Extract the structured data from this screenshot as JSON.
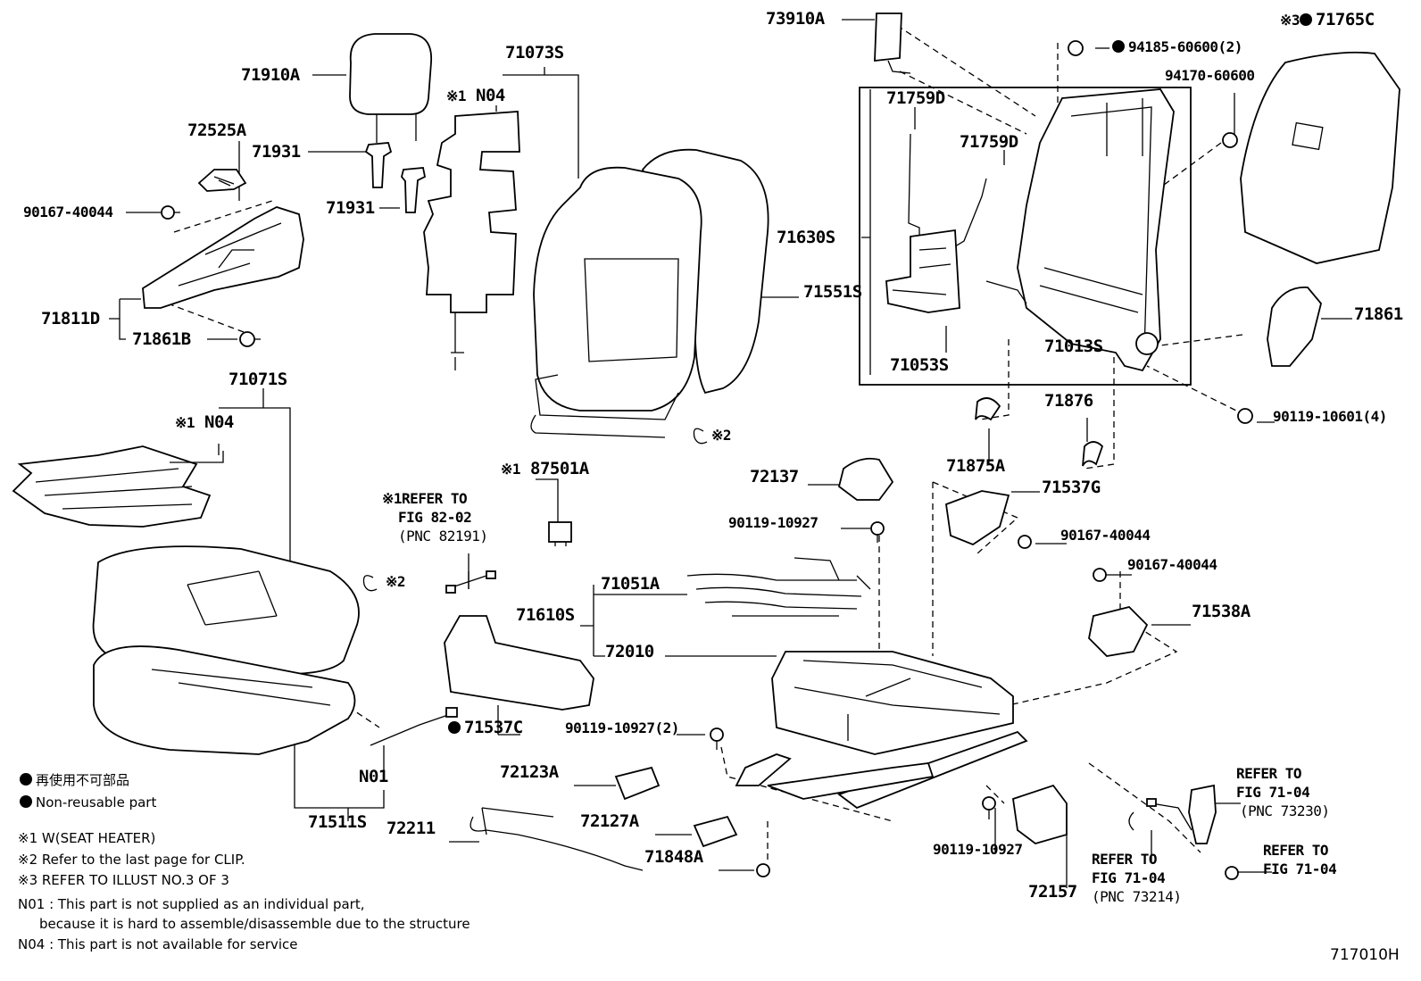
{
  "diagram_id": "717010H",
  "labels": {
    "p73910A": "73910A",
    "p94185": "94185-60600(2)",
    "p71765C": "71765C",
    "p94170": "94170-60600",
    "p71073S": "71073S",
    "p71910A": "71910A",
    "p72525A": "72525A",
    "p71931a": "71931",
    "p71931b": "71931",
    "p90167a": "90167-40044",
    "p71811D": "71811D",
    "p71861B": "71861B",
    "pN04a": "N04",
    "p71759D1": "71759D",
    "p71759D2": "71759D",
    "p71630S": "71630S",
    "p71551S": "71551S",
    "p71053S": "71053S",
    "p71013S": "71013S",
    "p71861": "71861",
    "p90119_4": "90119-10601(4)",
    "p71071S": "71071S",
    "pN04b": "N04",
    "p87501A": "87501A",
    "p72137": "72137",
    "p71875A": "71875A",
    "p71876": "71876",
    "p71537G": "71537G",
    "p90119b": "90119-10927",
    "p90167b": "90167-40044",
    "p90167c": "90167-40044",
    "p71051A": "71051A",
    "p71610S": "71610S",
    "p72010": "72010",
    "p71538A": "71538A",
    "p71537C": "71537C",
    "p90119c": "90119-10927(2)",
    "pN01": "N01",
    "p71511S": "71511S",
    "p72123A": "72123A",
    "p72211": "72211",
    "p72127A": "72127A",
    "p71848A": "71848A",
    "p90119d": "90119-10927",
    "p72157": "72157",
    "clip2a": "※2",
    "clip2b": "※2",
    "mark1a": "※1",
    "mark1b": "※1",
    "mark1c": "※1",
    "mark3": "※3"
  },
  "refs": {
    "ref82_l1": "REFER TO",
    "ref82_l2": "FIG 82-02",
    "ref82_l3": "(PNC 82191)",
    "ref73230_l1": "REFER TO",
    "ref73230_l2": "FIG 71-04",
    "ref73230_l3": "(PNC 73230)",
    "ref73214_l1": "REFER TO",
    "ref73214_l2": "FIG 71-04",
    "ref73214_l3": "(PNC 73214)",
    "refbolt_l1": "REFER TO",
    "refbolt_l2": "FIG 71-04"
  },
  "legend": {
    "nonreuse_jp": "再使用不可部品",
    "nonreuse_en": "Non-reusable part",
    "note1": "※1 W(SEAT HEATER)",
    "note2": "※2 Refer to the last page for CLIP.",
    "note3": "※3 REFER TO ILLUST NO.3 OF 3",
    "n01_a": "N01 : This part is not supplied as an individual part,",
    "n01_b": "because it is hard to assemble/disassemble due to the structure",
    "n04": "N04 : This part is not available for service"
  }
}
